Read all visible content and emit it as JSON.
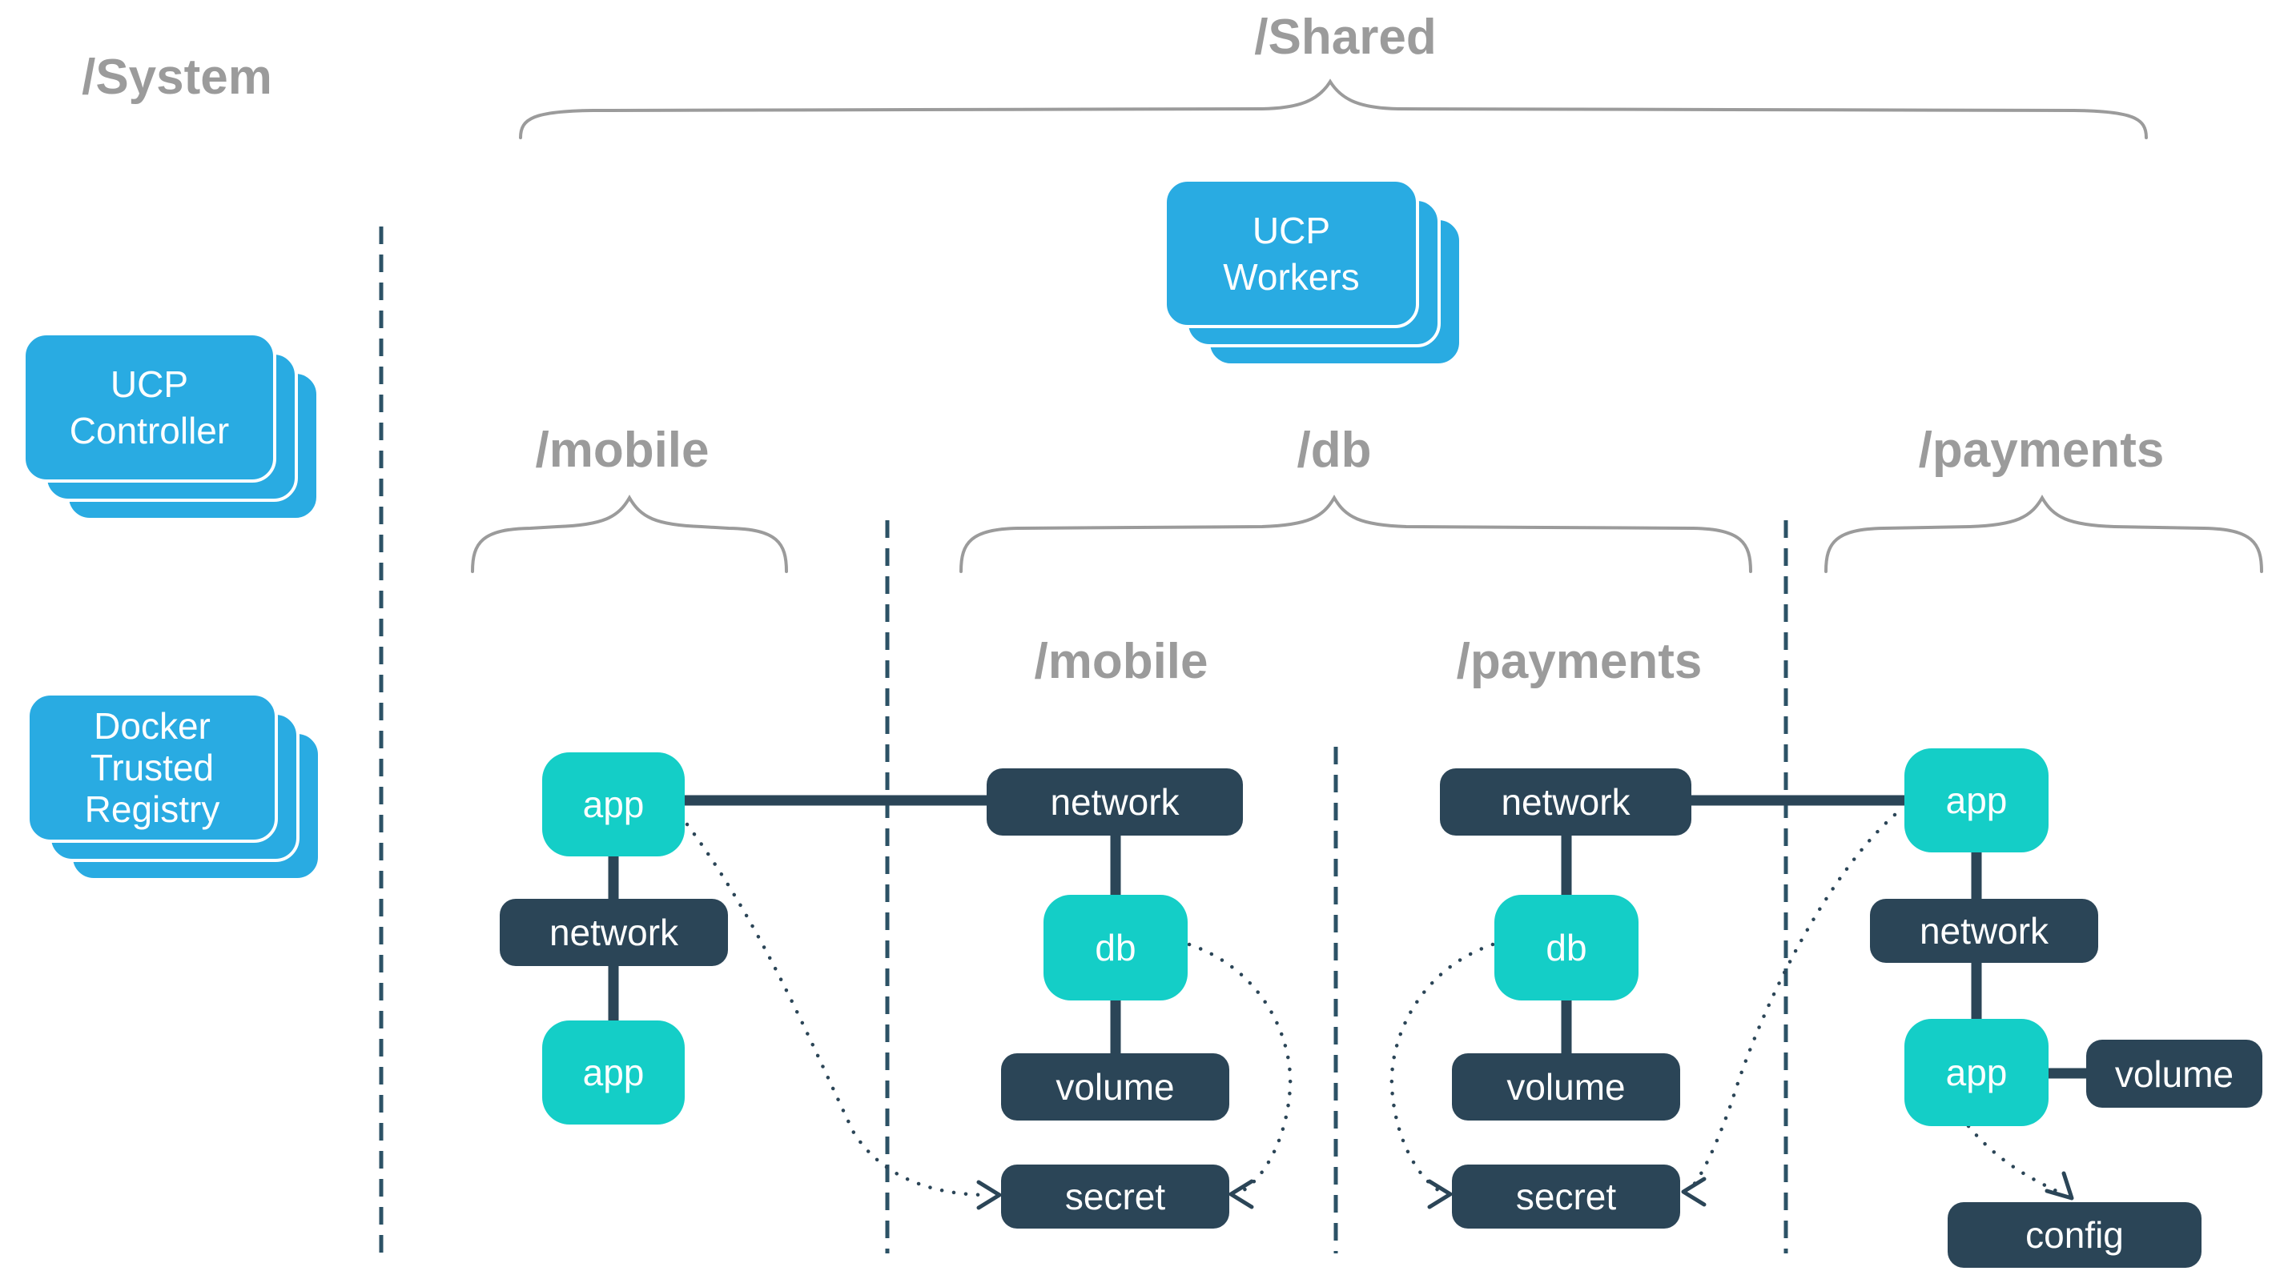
{
  "diagram": {
    "region_labels": {
      "system": "/System",
      "shared": "/Shared",
      "mobile": "/mobile",
      "db": "/db",
      "payments": "/payments",
      "db_mobile": "/mobile",
      "db_payments": "/payments"
    },
    "stacks": {
      "workers": {
        "text": "UCP\nWorkers"
      },
      "controller": {
        "text": "UCP\nController"
      },
      "registry": {
        "text": "Docker\nTrusted\nRegistry"
      }
    },
    "nodes": {
      "mobile": {
        "app_top": "app",
        "network": "network",
        "app_bottom": "app"
      },
      "db_mobile": {
        "network": "network",
        "db": "db",
        "volume": "volume",
        "secret": "secret"
      },
      "db_payments": {
        "network": "network",
        "db": "db",
        "volume": "volume",
        "secret": "secret"
      },
      "payments": {
        "app_top": "app",
        "network": "network",
        "app_bottom": "app",
        "volume": "volume",
        "config": "config"
      }
    },
    "colors": {
      "blue": "#29ABE2",
      "teal": "#14CEC7",
      "navy": "#2B4557",
      "line": "#2B4557",
      "separator": "#2C5266",
      "label_gray": "#9B9B9B"
    }
  }
}
